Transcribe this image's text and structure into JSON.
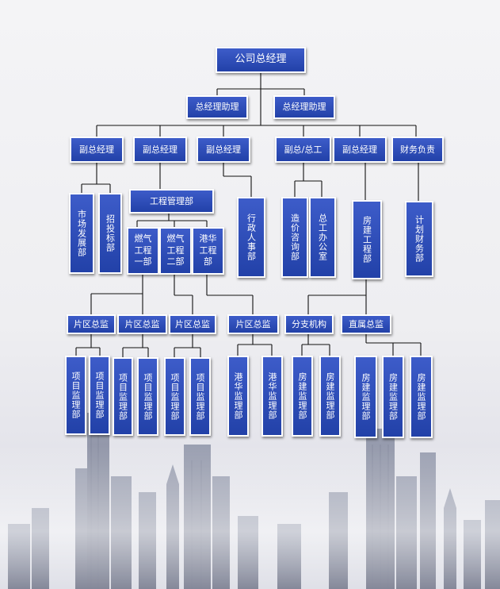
{
  "org_chart": {
    "root": "公司总经理",
    "assistants": [
      "总经理助理",
      "总经理助理"
    ],
    "deputies": [
      "副总经理",
      "副总经理",
      "副总经理",
      "副总/总工",
      "副总经理",
      "财务负责"
    ],
    "departments": {
      "market_dev": "市场发展部",
      "bidding": "招投标部",
      "engineering_mgmt": "工程管理部",
      "gas_1": "燃气\n工程\n一部",
      "gas_2": "燃气\n工程\n二部",
      "hk_china": "港华\n工程\n部",
      "admin_hr": "行政人事部",
      "cost_consult": "造价咨询部",
      "chief_eng_office": "总工办公室",
      "housing_eng": "房建工程部",
      "planning_finance": "计划财务部"
    },
    "supervision": [
      "片区总监",
      "片区总监",
      "片区总监",
      "片区总监",
      "分支机构",
      "直属总监"
    ],
    "projects": {
      "generic": "项目监理部",
      "hk_china": "港华监理部",
      "housing": "房建监理部"
    }
  },
  "colors": {
    "box_fill": "#2a49b3",
    "box_border": "#ffffff",
    "line": "#111111"
  }
}
